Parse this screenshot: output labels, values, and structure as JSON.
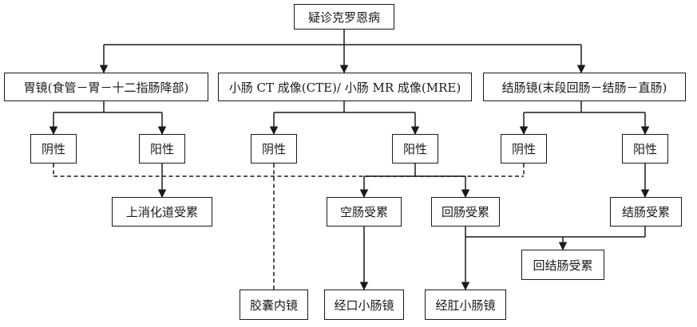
{
  "nodes": {
    "suspect": "疑诊克罗恩病",
    "gastroscopy": "胃镜(食管－胃－十二指肠降部)",
    "small_bowel": "小肠 CT 成像(CTE)/ 小肠 MR 成像(MRE)",
    "colonoscopy": "结肠镜(末段回肠－结肠－直肠)",
    "neg1": "阴性",
    "pos1": "阳性",
    "neg2": "阴性",
    "pos2": "阳性",
    "neg3": "阴性",
    "pos3": "阳性",
    "upper_gi": "上消化道受累",
    "jejunum": "空肠受累",
    "ileum": "回肠受累",
    "colon": "结肠受累",
    "ileocolon": "回结肠受累",
    "capsule": "胶囊内镜",
    "oral_enteroscopy": "经口小肠镜",
    "anal_enteroscopy": "经肛小肠镜"
  }
}
